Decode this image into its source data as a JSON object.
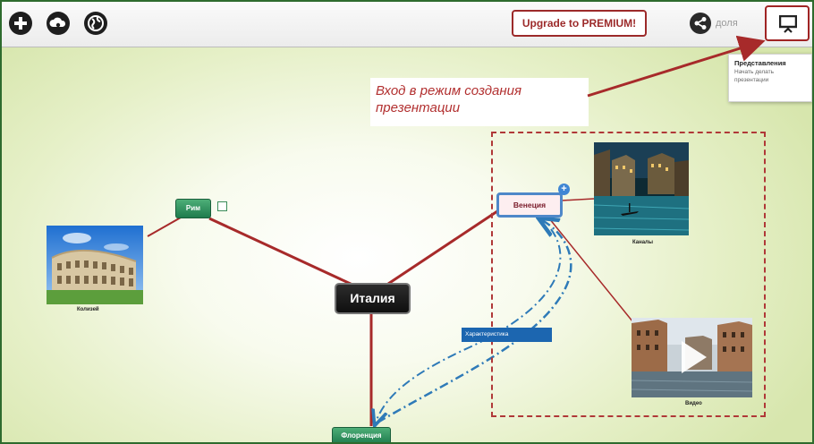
{
  "toolbar": {
    "left_icons": [
      "add-icon",
      "cloud-icon",
      "globe-icon"
    ],
    "premium_label": "Upgrade to PREMIUM!",
    "share_label": "доля",
    "present_icon": "presentation-screen-icon"
  },
  "tooltip": {
    "title": "Представления",
    "line1": "Начать делать",
    "line2": "презентации"
  },
  "callout": {
    "line1": "Вход в режим создания",
    "line2": "презентации"
  },
  "nodes": {
    "root": "Италия",
    "rome": "Рим",
    "venice": "Венеция",
    "florence": "Флоренция"
  },
  "link_label": "Характеристика",
  "images": {
    "colosseum_caption": "Колизей",
    "canals_caption": "Каналы",
    "video_caption": "Видео"
  },
  "colors": {
    "branch_red": "#a72a2a",
    "dashed_link_blue": "#2e7ab8",
    "node_green": "#2a8a57",
    "highlight_red": "#a02424"
  }
}
